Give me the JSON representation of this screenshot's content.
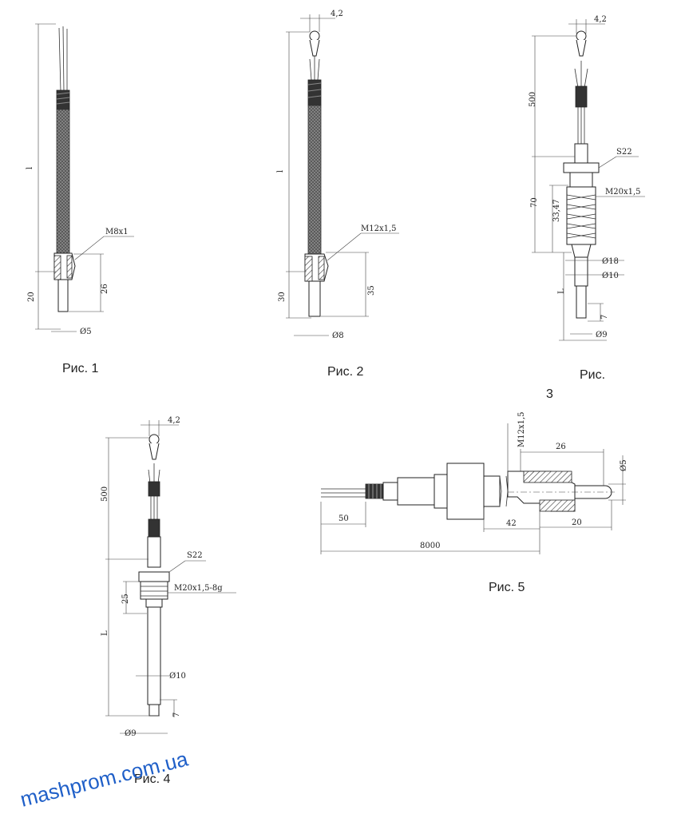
{
  "figures": {
    "fig1": {
      "caption": "Рис. 1",
      "dim_length": "l",
      "dim_bottom_left": "20",
      "dim_bottom_right": "26",
      "dim_diameter": "Ø5",
      "dim_thread": "M8x1"
    },
    "fig2": {
      "caption": "Рис. 2",
      "dim_top": "4,2",
      "dim_length": "l",
      "dim_bottom_left": "30",
      "dim_bottom_right": "35",
      "dim_diameter": "Ø8",
      "dim_thread": "M12x1,5"
    },
    "fig3": {
      "caption_line1": "Рис.",
      "caption_line2": "3",
      "dim_top": "4,2",
      "dim_500": "500",
      "dim_70": "70",
      "dim_3347": "33,47",
      "dim_S": "S22",
      "dim_thread": "M20x1,5",
      "dim_d18": "Ø18",
      "dim_d10": "Ø10",
      "dim_L": "L",
      "dim_7": "7",
      "dim_d9": "Ø9"
    },
    "fig4": {
      "caption": "Рис. 4",
      "dim_top": "4,2",
      "dim_500": "500",
      "dim_S": "S22",
      "dim_thread": "M20x1,5-8g",
      "dim_25": "25",
      "dim_L": "L",
      "dim_d10": "Ø10",
      "dim_7": "7",
      "dim_d9": "Ø9"
    },
    "fig5": {
      "caption": "Рис. 5",
      "dim_thread": "M12x1,5",
      "dim_26": "26",
      "dim_d5": "Ø5",
      "dim_50": "50",
      "dim_42": "42",
      "dim_20": "20",
      "dim_8000": "8000"
    }
  },
  "watermark": {
    "text": "mashprom.com.ua",
    "color": "#1f5fc8"
  },
  "colors": {
    "line": "#333333",
    "background": "#ffffff"
  }
}
